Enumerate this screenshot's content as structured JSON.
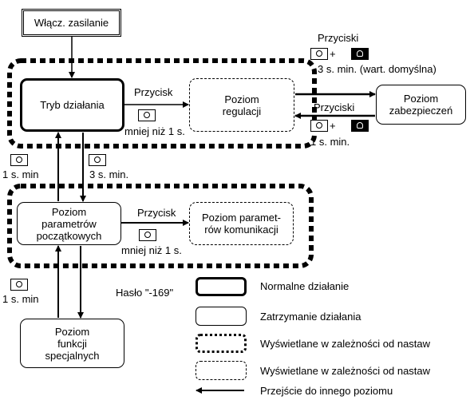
{
  "boxes": {
    "power_on": "Włącz. zasilanie",
    "operation_mode": "Tryb działania",
    "adjustment_level": "Poziom\nregulacji",
    "protection_level": "Poziom\nzabezpieczeń",
    "initial_params_level": "Poziom\nparametrów\npoczątkowych",
    "comm_params_level": "Poziom paramet-\nrów komunikacji",
    "special_functions_level": "Poziom\nfunkcji\nspecjalnych"
  },
  "labels": {
    "button_top": "Przycisk",
    "less_than_1s_top": "mniej niż 1 s.",
    "buttons_upper": "Przyciski",
    "plus_upper": "+",
    "three_s_default": "3 s. min. (wart. domyślna)",
    "buttons_lower": "Przyciski",
    "plus_lower": "+",
    "one_s_min_right": "1 s. min.",
    "one_s_min_left": "1 s. min",
    "three_s_min": "3 s. min.",
    "button_mid": "Przycisk",
    "less_than_1s_mid": "mniej niż 1 s.",
    "one_s_min_bottom": "1 s. min",
    "password": "Hasło \"-169\""
  },
  "legend": [
    {
      "style": "bold",
      "text": "Normalne działanie"
    },
    {
      "style": "thin",
      "text": "Zatrzymanie działania"
    },
    {
      "style": "dotted",
      "text": "Wyświetlane w zależności od nastaw"
    },
    {
      "style": "dashed",
      "text": "Wyświetlane w zależności od nastaw"
    },
    {
      "style": "arrow",
      "text": "Przejście do innego poziomu"
    }
  ],
  "icons": [
    "level-key-icon",
    "down-key-icon"
  ]
}
